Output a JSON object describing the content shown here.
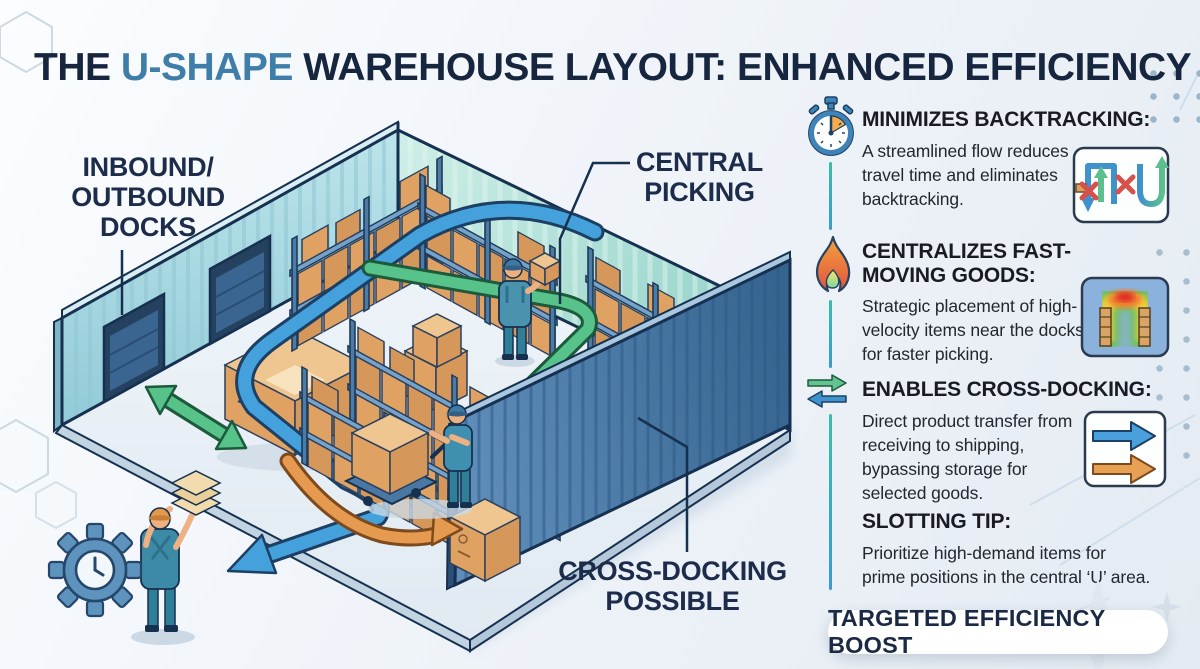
{
  "title": {
    "pre": "THE ",
    "accent": "U-SHAPE",
    "post": " WAREHOUSE LAYOUT: ENHANCED EFFICIENCY"
  },
  "diagram": {
    "labels": {
      "inbound": "INBOUND/ OUTBOUND DOCKS",
      "central_picking": "CENTRAL PICKING",
      "cross_docking": "CROSS-DOCKING POSSIBLE"
    }
  },
  "sidebar": {
    "items": [
      {
        "icon": "stopwatch-icon",
        "heading": "MINIMIZES BACKTRACKING:",
        "body": "A streamlined flow reduces travel time and eliminates backtracking.",
        "figure": "zigzag-vs-u-path-icon"
      },
      {
        "icon": "flame-icon",
        "heading": "CENTRALIZES FAST-MOVING GOODS:",
        "body": "Strategic placement of high-velocity items near the docks for faster picking.",
        "figure": "u-heatmap-icon"
      },
      {
        "icon": "swap-arrows-icon",
        "heading": "ENABLES CROSS-DOCKING:",
        "body": "Direct product transfer from receiving to shipping, bypassing storage for selected goods.",
        "figure": "transfer-arrows-icon"
      },
      {
        "icon": "",
        "heading": "SLOTTING TIP:",
        "body": "Prioritize high-demand items for prime positions in the central ‘U’ area.",
        "figure": ""
      }
    ],
    "badge": "TARGETED EFFICIENCY BOOST"
  },
  "colors": {
    "accent_blue": "#3f7ea9",
    "navy": "#1b2a44",
    "teal_wall": "#9fd4d8",
    "dark_wall": "#3f6f9e",
    "arrow_blue": "#44a1db",
    "arrow_green": "#57c289",
    "arrow_orange": "#e59a50",
    "connector_teal": "#3cb9a6"
  }
}
